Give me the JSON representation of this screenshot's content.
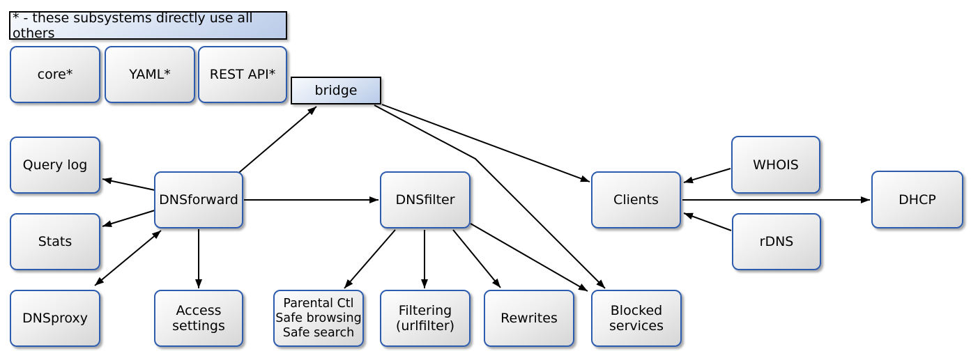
{
  "legend": {
    "text": "* - these subsystems directly use all others"
  },
  "nodes": {
    "core": {
      "label": "core*"
    },
    "yaml": {
      "label": "YAML*"
    },
    "rest_api": {
      "label": "REST API*"
    },
    "bridge": {
      "label": "bridge"
    },
    "query_log": {
      "label": "Query log"
    },
    "stats": {
      "label": "Stats"
    },
    "dnsproxy": {
      "label": "DNSproxy"
    },
    "dnsforward": {
      "label": "DNSforward"
    },
    "access_settings": {
      "label": "Access\nsettings"
    },
    "dnsfilter": {
      "label": "DNSfilter"
    },
    "parental": {
      "label": "Parental Ctl\nSafe browsing\nSafe search"
    },
    "filtering": {
      "label": "Filtering\n(urlfilter)"
    },
    "rewrites": {
      "label": "Rewrites"
    },
    "blocked_services": {
      "label": "Blocked\nservices"
    },
    "clients": {
      "label": "Clients"
    },
    "whois": {
      "label": "WHOIS"
    },
    "rdns": {
      "label": "rDNS"
    },
    "dhcp": {
      "label": "DHCP"
    }
  },
  "edges": [
    {
      "from": "DNSforward",
      "to": "bridge",
      "direction": "forward"
    },
    {
      "from": "bridge",
      "to": "Clients",
      "direction": "forward"
    },
    {
      "from": "bridge",
      "to": "Blocked services",
      "direction": "forward"
    },
    {
      "from": "DNSforward",
      "to": "Query log",
      "direction": "forward"
    },
    {
      "from": "DNSforward",
      "to": "Stats",
      "direction": "forward"
    },
    {
      "from": "DNSforward",
      "to": "DNSproxy",
      "direction": "both"
    },
    {
      "from": "DNSforward",
      "to": "Access settings",
      "direction": "forward"
    },
    {
      "from": "DNSforward",
      "to": "DNSfilter",
      "direction": "forward"
    },
    {
      "from": "DNSfilter",
      "to": "Parental Ctl Safe browsing Safe search",
      "direction": "forward"
    },
    {
      "from": "DNSfilter",
      "to": "Filtering (urlfilter)",
      "direction": "forward"
    },
    {
      "from": "DNSfilter",
      "to": "Rewrites",
      "direction": "forward"
    },
    {
      "from": "DNSfilter",
      "to": "Blocked services",
      "direction": "forward"
    },
    {
      "from": "WHOIS",
      "to": "Clients",
      "direction": "forward"
    },
    {
      "from": "rDNS",
      "to": "Clients",
      "direction": "forward"
    },
    {
      "from": "Clients",
      "to": "DHCP",
      "direction": "forward"
    }
  ],
  "colors": {
    "node_border": "#2d5cae",
    "node_fill_light": "#fefefe",
    "node_fill_dark": "#d6d6d6",
    "blue_fill_light": "#f7fafd",
    "blue_fill_dark": "#b9cbe9",
    "blue_box_border": "#000000",
    "edge": "#000000",
    "background": "#ffffff"
  }
}
